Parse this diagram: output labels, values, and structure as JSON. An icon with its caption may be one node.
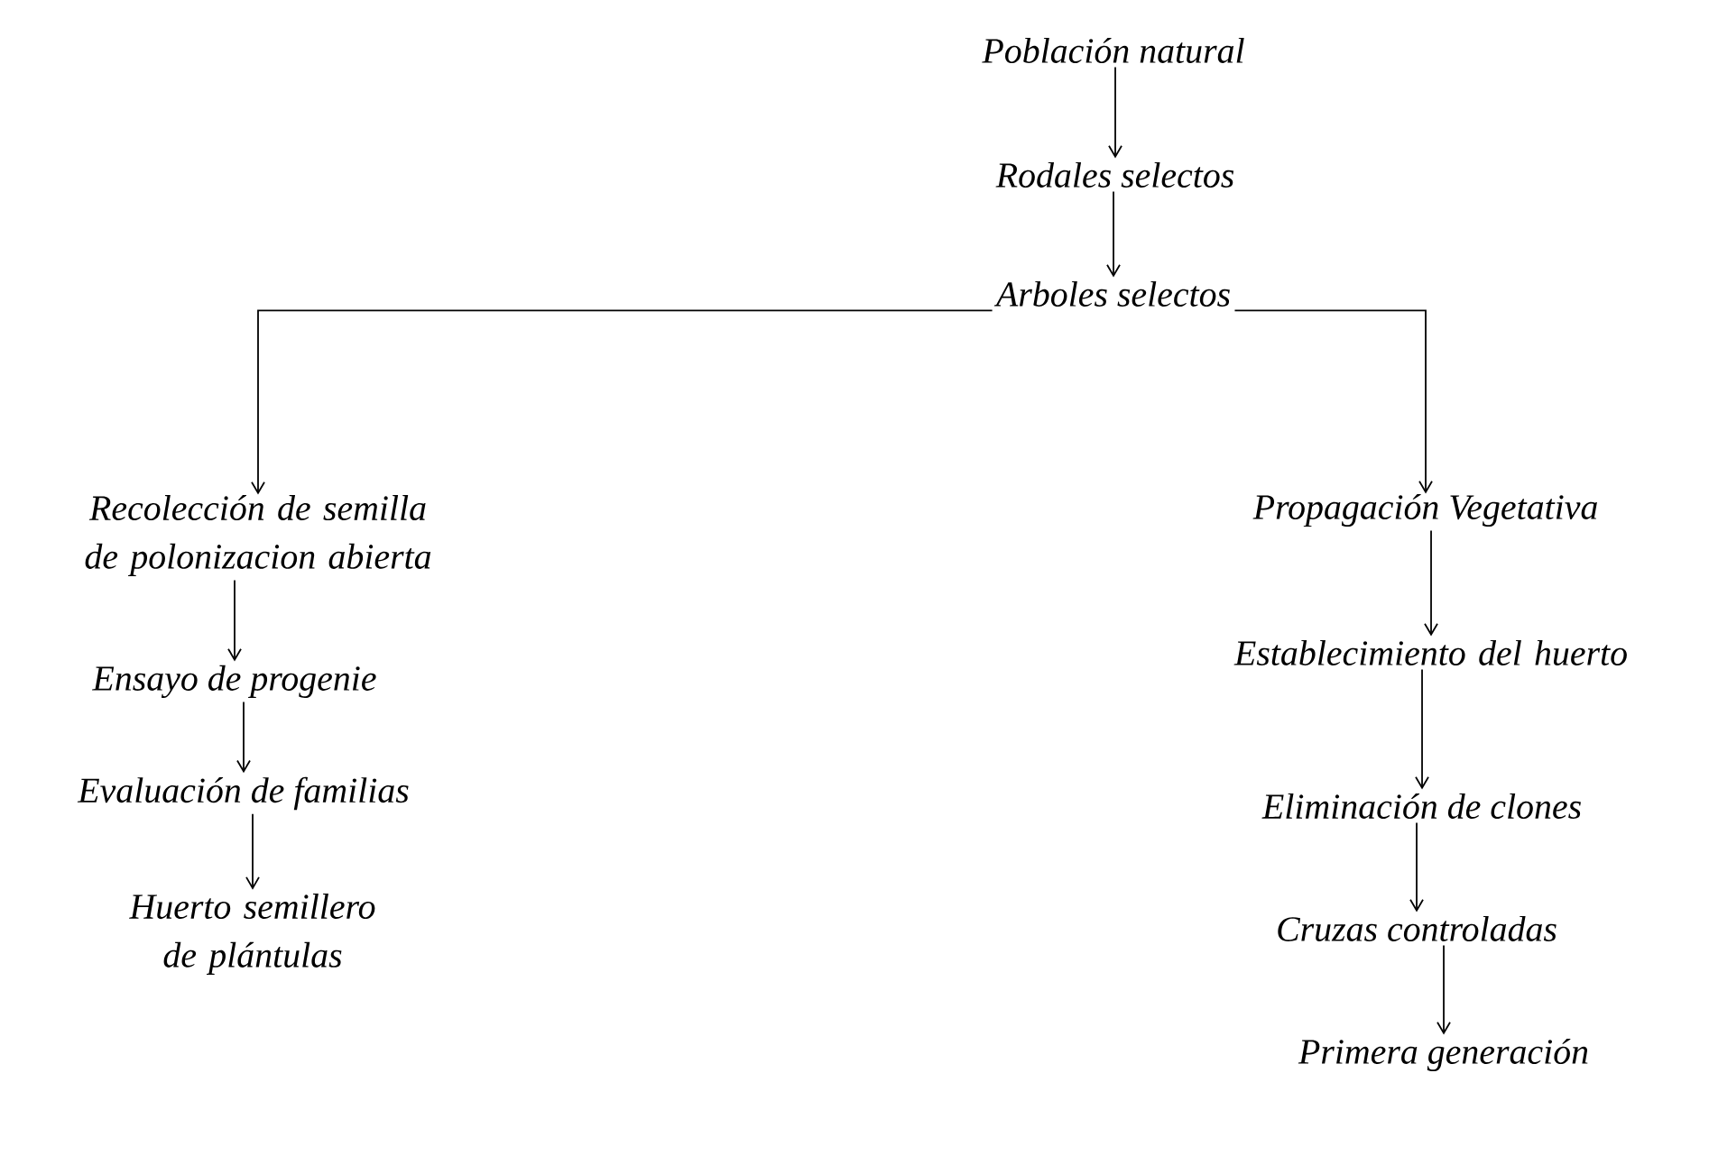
{
  "diagram": {
    "nodes": [
      {
        "text": [
          "Población natural"
        ]
      },
      {
        "text": [
          "Rodales selectos"
        ]
      },
      {
        "text": [
          "Arboles selectos"
        ]
      },
      {
        "text": [
          "Recolección de semilla de polonizacion abierta"
        ]
      },
      {
        "text": [
          "Ensayo de progenie"
        ]
      },
      {
        "text": [
          "Evaluación de familias"
        ]
      },
      {
        "text": [
          "Huerto semillero de plántulas"
        ]
      },
      {
        "text": [
          "Propagación Vegetativa"
        ]
      },
      {
        "text": [
          "Establecimiento del huerto"
        ]
      },
      {
        "text": [
          "Eliminación de clones"
        ]
      },
      {
        "text": [
          "Cruzas controladas"
        ]
      },
      {
        "text": [
          "Primera generación"
        ]
      }
    ],
    "edges": [
      {
        "from": 0,
        "to": 1,
        "arrow": "to"
      },
      {
        "from": 1,
        "to": 2,
        "arrow": "to"
      },
      {
        "from": 2,
        "to": 3,
        "arrow": "to"
      },
      {
        "from": 2,
        "to": 7,
        "arrow": "to"
      },
      {
        "from": 3,
        "to": 4,
        "arrow": "to"
      },
      {
        "from": 4,
        "to": 5,
        "arrow": "to"
      },
      {
        "from": 5,
        "to": 6,
        "arrow": "to"
      },
      {
        "from": 7,
        "to": 8,
        "arrow": "to"
      },
      {
        "from": 8,
        "to": 9,
        "arrow": "to"
      },
      {
        "from": 9,
        "to": 10,
        "arrow": "to"
      },
      {
        "from": 10,
        "to": 11,
        "arrow": "to"
      }
    ]
  }
}
